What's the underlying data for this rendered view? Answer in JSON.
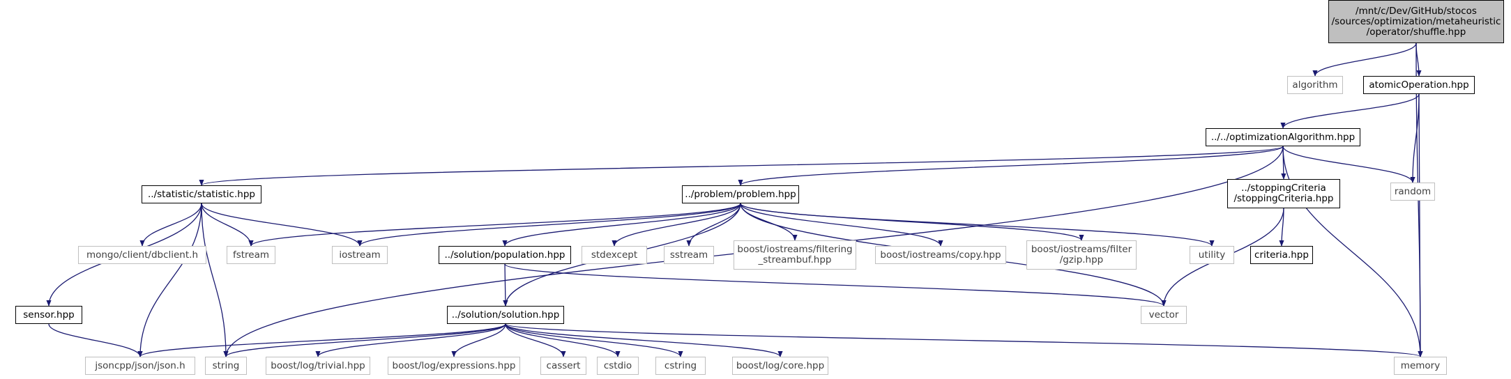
{
  "diagram": {
    "edge_color": "#191970",
    "nodes": [
      {
        "id": "root",
        "label": "/mnt/c/Dev/GitHub/stocos\n/sources/optimization/metaheuristic\n/operator/shuffle.hpp",
        "kind": "root"
      },
      {
        "id": "algorithm",
        "label": "algorithm",
        "kind": "sys"
      },
      {
        "id": "atomicOperation",
        "label": "atomicOperation.hpp",
        "kind": "proj"
      },
      {
        "id": "optAlg",
        "label": "../../optimizationAlgorithm.hpp",
        "kind": "proj"
      },
      {
        "id": "random",
        "label": "random",
        "kind": "sys"
      },
      {
        "id": "memory",
        "label": "memory",
        "kind": "sys"
      },
      {
        "id": "statistic",
        "label": "../statistic/statistic.hpp",
        "kind": "proj"
      },
      {
        "id": "problem",
        "label": "../problem/problem.hpp",
        "kind": "proj"
      },
      {
        "id": "stoppingCriteria",
        "label": "../stoppingCriteria\n/stoppingCriteria.hpp",
        "kind": "proj"
      },
      {
        "id": "criteria",
        "label": "criteria.hpp",
        "kind": "proj"
      },
      {
        "id": "dbclient",
        "label": "mongo/client/dbclient.h",
        "kind": "sys"
      },
      {
        "id": "fstream",
        "label": "fstream",
        "kind": "sys"
      },
      {
        "id": "iostream",
        "label": "iostream",
        "kind": "sys"
      },
      {
        "id": "population",
        "label": "../solution/population.hpp",
        "kind": "proj"
      },
      {
        "id": "stdexcept",
        "label": "stdexcept",
        "kind": "sys"
      },
      {
        "id": "sstream",
        "label": "sstream",
        "kind": "sys"
      },
      {
        "id": "filtering",
        "label": "boost/iostreams/filtering\n_streambuf.hpp",
        "kind": "sys"
      },
      {
        "id": "copy",
        "label": "boost/iostreams/copy.hpp",
        "kind": "sys"
      },
      {
        "id": "gzip",
        "label": "boost/iostreams/filter\n/gzip.hpp",
        "kind": "sys"
      },
      {
        "id": "utility",
        "label": "utility",
        "kind": "sys"
      },
      {
        "id": "sensor",
        "label": "sensor.hpp",
        "kind": "proj"
      },
      {
        "id": "solution",
        "label": "../solution/solution.hpp",
        "kind": "proj"
      },
      {
        "id": "vector",
        "label": "vector",
        "kind": "sys"
      },
      {
        "id": "json",
        "label": "jsoncpp/json/json.h",
        "kind": "sys"
      },
      {
        "id": "string",
        "label": "string",
        "kind": "sys"
      },
      {
        "id": "trivial",
        "label": "boost/log/trivial.hpp",
        "kind": "sys"
      },
      {
        "id": "expressions",
        "label": "boost/log/expressions.hpp",
        "kind": "sys"
      },
      {
        "id": "cassert",
        "label": "cassert",
        "kind": "sys"
      },
      {
        "id": "cstdio",
        "label": "cstdio",
        "kind": "sys"
      },
      {
        "id": "cstring",
        "label": "cstring",
        "kind": "sys"
      },
      {
        "id": "core",
        "label": "boost/log/core.hpp",
        "kind": "sys"
      }
    ],
    "edges": [
      [
        "root",
        "algorithm"
      ],
      [
        "root",
        "atomicOperation"
      ],
      [
        "root",
        "memory"
      ],
      [
        "atomicOperation",
        "optAlg"
      ],
      [
        "atomicOperation",
        "random"
      ],
      [
        "atomicOperation",
        "memory"
      ],
      [
        "optAlg",
        "statistic"
      ],
      [
        "optAlg",
        "problem"
      ],
      [
        "optAlg",
        "stoppingCriteria"
      ],
      [
        "optAlg",
        "random"
      ],
      [
        "optAlg",
        "memory"
      ],
      [
        "optAlg",
        "string"
      ],
      [
        "stoppingCriteria",
        "criteria"
      ],
      [
        "stoppingCriteria",
        "vector"
      ],
      [
        "statistic",
        "dbclient"
      ],
      [
        "statistic",
        "fstream"
      ],
      [
        "statistic",
        "iostream"
      ],
      [
        "statistic",
        "sensor"
      ],
      [
        "statistic",
        "json"
      ],
      [
        "statistic",
        "string"
      ],
      [
        "problem",
        "fstream"
      ],
      [
        "problem",
        "iostream"
      ],
      [
        "problem",
        "population"
      ],
      [
        "problem",
        "stdexcept"
      ],
      [
        "problem",
        "sstream"
      ],
      [
        "problem",
        "filtering"
      ],
      [
        "problem",
        "copy"
      ],
      [
        "problem",
        "gzip"
      ],
      [
        "problem",
        "utility"
      ],
      [
        "problem",
        "vector"
      ],
      [
        "problem",
        "solution"
      ],
      [
        "population",
        "solution"
      ],
      [
        "population",
        "vector"
      ],
      [
        "sensor",
        "json"
      ],
      [
        "solution",
        "json"
      ],
      [
        "solution",
        "string"
      ],
      [
        "solution",
        "trivial"
      ],
      [
        "solution",
        "expressions"
      ],
      [
        "solution",
        "cassert"
      ],
      [
        "solution",
        "cstdio"
      ],
      [
        "solution",
        "cstring"
      ],
      [
        "solution",
        "core"
      ],
      [
        "solution",
        "memory"
      ]
    ]
  }
}
